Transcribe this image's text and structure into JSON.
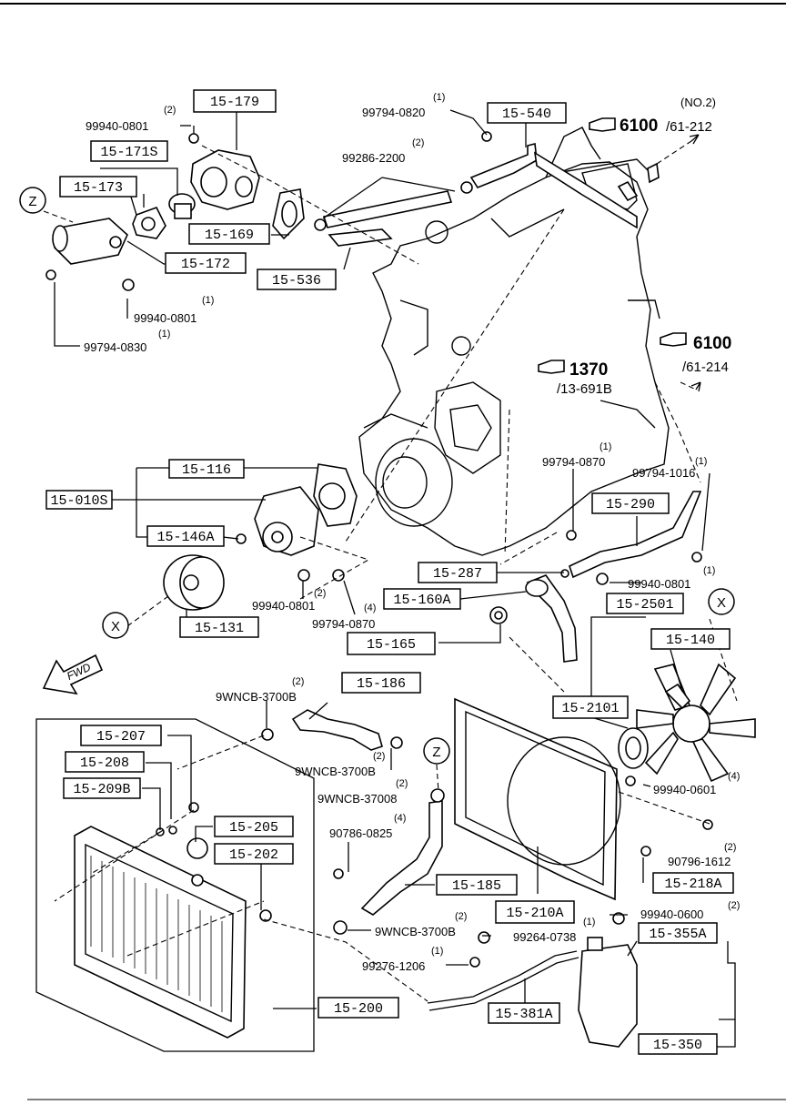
{
  "part_boxes": [
    {
      "id": "b179",
      "text": "15-179"
    },
    {
      "id": "b171s",
      "text": "15-171S"
    },
    {
      "id": "b173",
      "text": "15-173"
    },
    {
      "id": "b169",
      "text": "15-169"
    },
    {
      "id": "b172",
      "text": "15-172"
    },
    {
      "id": "b536",
      "text": "15-536"
    },
    {
      "id": "b540",
      "text": "15-540"
    },
    {
      "id": "b116",
      "text": "15-116"
    },
    {
      "id": "b010s",
      "text": "15-010S"
    },
    {
      "id": "b146a",
      "text": "15-146A"
    },
    {
      "id": "b131",
      "text": "15-131"
    },
    {
      "id": "b290",
      "text": "15-290"
    },
    {
      "id": "b287",
      "text": "15-287"
    },
    {
      "id": "b160a",
      "text": "15-160A"
    },
    {
      "id": "b2501",
      "text": "15-2501"
    },
    {
      "id": "b165",
      "text": "15-165"
    },
    {
      "id": "b140",
      "text": "15-140"
    },
    {
      "id": "b186",
      "text": "15-186"
    },
    {
      "id": "b2101",
      "text": "15-2101"
    },
    {
      "id": "b207",
      "text": "15-207"
    },
    {
      "id": "b208",
      "text": "15-208"
    },
    {
      "id": "b209b",
      "text": "15-209B"
    },
    {
      "id": "b205",
      "text": "15-205"
    },
    {
      "id": "b202",
      "text": "15-202"
    },
    {
      "id": "b185",
      "text": "15-185"
    },
    {
      "id": "b210a",
      "text": "15-210A"
    },
    {
      "id": "b218a",
      "text": "15-218A"
    },
    {
      "id": "b355a",
      "text": "15-355A"
    },
    {
      "id": "b200",
      "text": "15-200"
    },
    {
      "id": "b381a",
      "text": "15-381A"
    },
    {
      "id": "b350",
      "text": "15-350"
    }
  ],
  "part_numbers": {
    "p0801_top": "99940-0801",
    "p0820": "99794-0820",
    "p2200": "99286-2200",
    "p0801_left": "99940-0801",
    "p0830": "99794-0830",
    "p0870_top": "99794-0870",
    "p1016": "99794-1016",
    "p0801_right": "99940-0801",
    "p0801_pump": "99940-0801",
    "p0870_pump": "99794-0870",
    "p3700b_1": "9WNCB-3700B",
    "p3700b_2": "9WNCB-3700B",
    "p3700b_3": "9WNCB-37008",
    "p0825": "90786-0825",
    "p0601": "99940-0601",
    "p1612": "90796-1612",
    "p0600": "99940-0600",
    "p3700b_4": "9WNCB-3700B",
    "p0738": "99264-0738",
    "p1206": "99276-1206"
  },
  "quantities": {
    "q0801_top": "(2)",
    "q0820": "(1)",
    "q2200": "(2)",
    "q0801_left": "(1)",
    "q0830": "(1)",
    "q0870_top": "(1)",
    "q1016": "(1)",
    "q0801_right": "(1)",
    "q0801_pump": "(2)",
    "q0870_pump": "(4)",
    "q3700b_1": "(2)",
    "q3700b_2": "(2)",
    "q3700b_3": "(2)",
    "q0825": "(4)",
    "q0601": "(4)",
    "q1612": "(2)",
    "q0600": "(2)",
    "q355a": "(1)",
    "q3700b_4": "(2)",
    "q1206": "(1)"
  },
  "references": {
    "no2": "(NO.2)",
    "r6100_top": "6100",
    "r6100_top_sub": "/61-212",
    "r6100": "6100",
    "r6100_sub": "/61-214",
    "r1370": "1370",
    "r1370_sub": "/13-691B"
  },
  "callouts": {
    "z_top": "Z",
    "x_pulley": "X",
    "x_fan": "X",
    "z_hose": "Z"
  },
  "fwd_label": "FWD"
}
